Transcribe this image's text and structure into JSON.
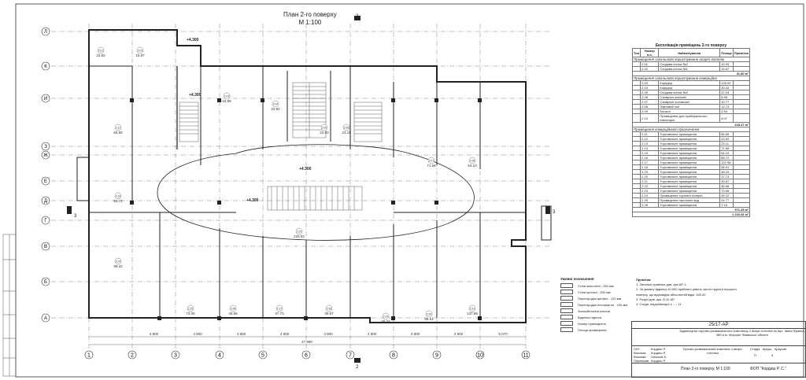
{
  "plan_title": "План 2-го поверху",
  "plan_scale": "М 1:100",
  "grid_columns": [
    "1",
    "2",
    "3",
    "4",
    "5",
    "6",
    "7",
    "8",
    "9",
    "10",
    "11"
  ],
  "grid_rows": [
    "Л",
    "К",
    "И",
    "З",
    "Ж",
    "Е",
    "Д",
    "Г",
    "В",
    "Б",
    "А"
  ],
  "column_dims": [
    "4 800",
    "4 800",
    "4 800",
    "4 800",
    "4 800",
    "4 800",
    "4 800",
    "4 800",
    "5 070"
  ],
  "total_dim": "47 990",
  "levels": [
    "+4.300",
    "+4.300",
    "+4.300",
    "+4.300"
  ],
  "section_marks": [
    "3",
    "3",
    "2",
    "2"
  ],
  "rooms": [
    {
      "id": "2.01",
      "area": "15.92"
    },
    {
      "id": "2.02",
      "area": "15.87"
    },
    {
      "id": "2.03",
      "area": "63.89"
    },
    {
      "id": "2.04",
      "area": "22.92"
    },
    {
      "id": "2.05",
      "area": "22.03"
    },
    {
      "id": "2.06",
      "area": "23.11"
    },
    {
      "id": "2.07",
      "area": "71.68"
    },
    {
      "id": "2.08",
      "area": "64.10"
    },
    {
      "id": "2.11",
      "area": "65.89"
    },
    {
      "id": "2.16",
      "area": "64.72"
    },
    {
      "id": "2.20",
      "area": "226.92"
    },
    {
      "id": "2.24",
      "area": "99.22"
    },
    {
      "id": "2.25",
      "area": "73.06"
    },
    {
      "id": "2.26",
      "area": "46.68"
    },
    {
      "id": "2.27",
      "area": "37.73"
    },
    {
      "id": "2.28",
      "area": "39.67"
    },
    {
      "id": "2.29",
      "area": "48.24"
    },
    {
      "id": "2.30",
      "area": "65.51"
    },
    {
      "id": "2.31",
      "area": "137.98"
    }
  ],
  "explication": {
    "title": "Експлікація приміщень 2-го поверху",
    "headers": [
      "Тип",
      "Номер п.п.",
      "Найменування",
      "Площа",
      "Примітки"
    ],
    "sections": [
      {
        "name": "Приміщення загального користування апарт-готелю",
        "rows": [
          [
            "2.01",
            "Сходова клітка №2",
            "15.93"
          ],
          [
            "2.02",
            "Сходова клітка №1",
            "15.87"
          ]
        ],
        "total": "31.80 м²"
      },
      {
        "name": "Приміщення загального користування комерційні",
        "rows": [
          [
            "2.03",
            "Коридор",
            "125.92"
          ],
          [
            "2.04",
            "Коридор",
            "30.43"
          ],
          [
            "2.05",
            "Сходова клітка №3",
            "22.03"
          ],
          [
            "2.06",
            "Санвузол жіночий",
            "8.98"
          ],
          [
            "2.07",
            "Санвузол чоловічий",
            "10.77"
          ],
          [
            "2.08",
            "Ліфтовий хол",
            "12.73"
          ],
          [
            "2.09",
            "Балкон",
            "2.54"
          ],
          [
            "2.10",
            "Приміщення для прибирального інвентарю",
            "4.07"
          ]
        ],
        "total": "218.47 м²"
      },
      {
        "name": "Приміщення комерційного призначення",
        "rows": [
          [
            "2.11",
            "Торговельне приміщення",
            "65.89"
          ],
          [
            "2.12",
            "Торговельне приміщення",
            "23.92"
          ],
          [
            "2.13",
            "Торговельне приміщення",
            "23.11"
          ],
          [
            "2.14",
            "Торговельне приміщення",
            "71.68"
          ],
          [
            "2.15",
            "Торговельне приміщення",
            "64.10"
          ],
          [
            "2.16",
            "Торговельне приміщення",
            "65.72"
          ],
          [
            "2.17",
            "Торговельне приміщення",
            "137.98"
          ],
          [
            "2.18",
            "Торговельне приміщення",
            "56.91"
          ],
          [
            "2.19",
            "Торговельне приміщення",
            "48.24"
          ],
          [
            "2.20",
            "Торговельне приміщення",
            "37.73"
          ],
          [
            "2.21",
            "Торговельне приміщення",
            "39.67"
          ],
          [
            "2.22",
            "Торговельне приміщення",
            "46.68"
          ],
          [
            "2.23",
            "Торговельне приміщення",
            "73.06"
          ],
          [
            "2.24",
            "Приміщення торгової галереї",
            "99.22"
          ],
          [
            "2.25",
            "Приміщення настінних вод",
            "24.77"
          ],
          [
            "2.26",
            "Торговельне приміщення",
            "7.15"
          ]
        ],
        "total": "971.39 м²"
      }
    ],
    "grand_total": "1 222.06 м²"
  },
  "legend": {
    "title": "Умовні позначення",
    "items": [
      "Стіни монолітні - 250 мм",
      "Стіни цегляні - 250 мм",
      "Перегородки цегляні - 120 мм",
      "Перегородки гіпсокартон - 100 мм",
      "Залізобетонна колона",
      "Відмітка підлоги",
      "Номер приміщення",
      "Площа приміщення"
    ]
  },
  "notes": {
    "title": "Примітки:",
    "items": [
      "1. Загальні примітки див. арк.АР-1.",
      "2. За умовну відмітку ±0.000 прийнято рівень чистої підлоги першого поверху, що відповідає абсолютній відм. 345.00",
      "3. Розріз див. арк. 8-10 АР.",
      "4. Сходи, вхідні/вихідні з ... - 11"
    ]
  },
  "stamp": {
    "code": "25/17-АР",
    "project": "Будівництво торгово-розважального комплексу з апарт-готелем по вул. Івана Франка, 48б в м. Моршин Львівської області",
    "object": "Торгово-розважальний комплекс з апарт-готелем",
    "sheet_title": "План 2-го поверху. М 1:100",
    "company": "ФОП \"Кордиш Р. С.\"",
    "stage": "П",
    "sheet": "3",
    "roles": [
      "ГАП",
      "Виконав",
      "Виконав",
      "Перевірив"
    ],
    "names": [
      "Кордиш Р.",
      "Кордиш Р.",
      "Лиськов А.",
      "Кордиш Р."
    ]
  }
}
